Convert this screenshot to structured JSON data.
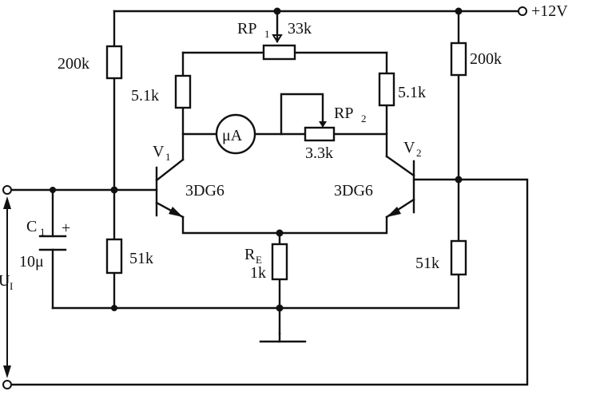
{
  "labels": {
    "supply": "+12V",
    "rp1_name": "RP",
    "rp1_sub": "1",
    "rp1_value": "33k",
    "r_top_left": "200k",
    "r_top_right": "200k",
    "r_col_left": "5.1k",
    "r_col_right": "5.1k",
    "meter": "μA",
    "rp2_name": "RP",
    "rp2_sub": "2",
    "rp2_value": "3.3k",
    "v1_name": "V",
    "v1_sub": "1",
    "v2_name": "V",
    "v2_sub": "2",
    "t1_type": "3DG6",
    "t2_type": "3DG6",
    "c1_name": "C",
    "c1_sub": "1",
    "c1_plus": "+",
    "c1_value": "10μ",
    "re_name": "R",
    "re_sub": "E",
    "re_value": "1k",
    "r_bot_left": "51k",
    "r_bot_right": "51k",
    "input_name": "U",
    "input_sub": "I"
  }
}
